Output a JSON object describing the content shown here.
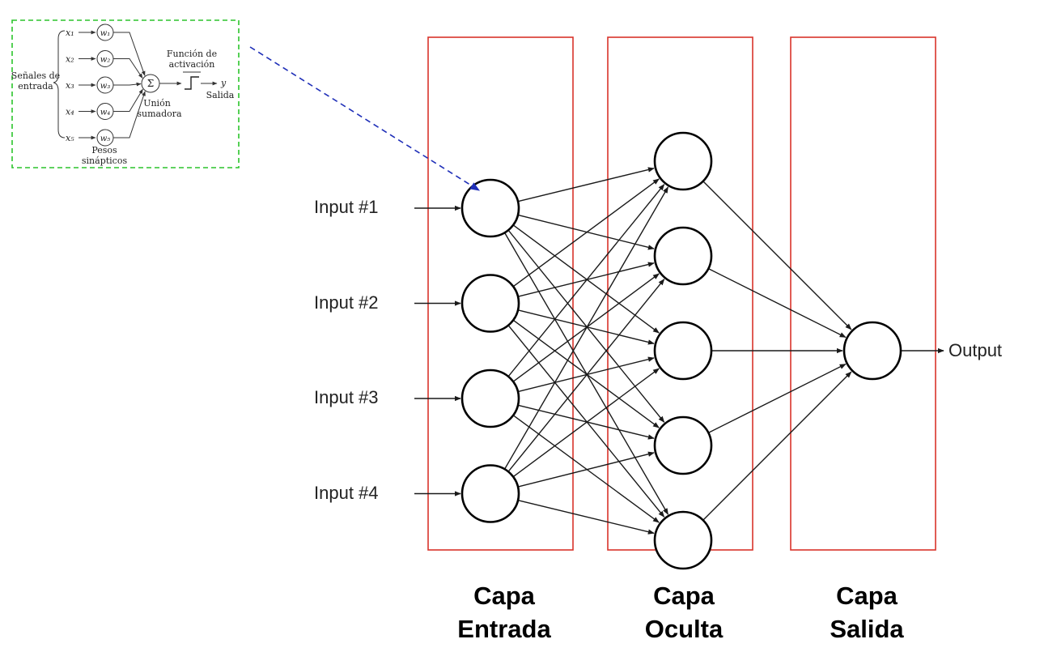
{
  "colors": {
    "layer_box": "#d9342b",
    "inset_border": "#2bc42b",
    "pointer_arrow": "#1f2fb8",
    "node_stroke": "#000000",
    "edge_stroke": "#1a1a1a"
  },
  "network": {
    "inputs": [
      "Input #1",
      "Input #2",
      "Input #3",
      "Input #4"
    ],
    "output": "Output",
    "hidden_node_count": 5,
    "output_node_count": 1
  },
  "layers": [
    {
      "line1": "Capa",
      "line2": "Entrada"
    },
    {
      "line1": "Capa",
      "line2": "Oculta"
    },
    {
      "line1": "Capa",
      "line2": "Salida"
    }
  ],
  "inset": {
    "input_signals_line1": "Señales de",
    "input_signals_line2": "entrada",
    "inputs": [
      "x₁",
      "x₂",
      "x₃",
      "x₄",
      "x₅"
    ],
    "weights": [
      "w₁",
      "w₂",
      "w₃",
      "w₄",
      "w₅"
    ],
    "sum_symbol": "Σ",
    "activation_line1": "Función de",
    "activation_line2": "activación",
    "output_var": "y",
    "output_label": "Salida",
    "junction_line1": "Unión",
    "junction_line2": "sumadora",
    "weights_line1": "Pesos",
    "weights_line2": "sinápticos"
  }
}
